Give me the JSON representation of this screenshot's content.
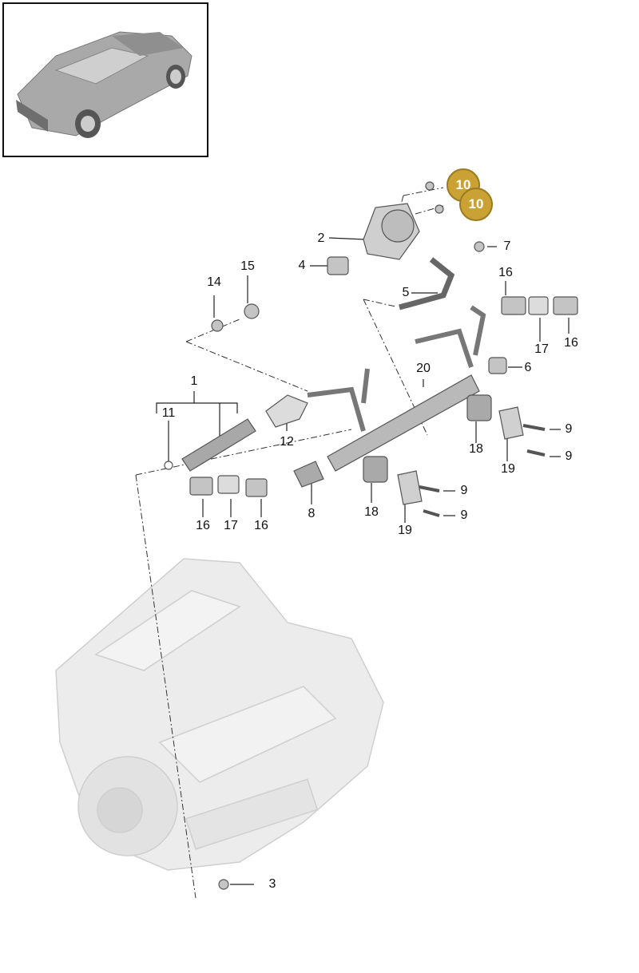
{
  "diagram": {
    "callouts": [
      {
        "id": "c1",
        "label": "1"
      },
      {
        "id": "c2",
        "label": "2"
      },
      {
        "id": "c3",
        "label": "3"
      },
      {
        "id": "c4",
        "label": "4"
      },
      {
        "id": "c5",
        "label": "5"
      },
      {
        "id": "c6",
        "label": "6"
      },
      {
        "id": "c7",
        "label": "7"
      },
      {
        "id": "c8",
        "label": "8"
      },
      {
        "id": "c9a",
        "label": "9"
      },
      {
        "id": "c9b",
        "label": "9"
      },
      {
        "id": "c9c",
        "label": "9"
      },
      {
        "id": "c9d",
        "label": "9"
      },
      {
        "id": "c11",
        "label": "11"
      },
      {
        "id": "c12",
        "label": "12"
      },
      {
        "id": "c14",
        "label": "14"
      },
      {
        "id": "c15",
        "label": "15"
      },
      {
        "id": "c16a",
        "label": "16"
      },
      {
        "id": "c16b",
        "label": "16"
      },
      {
        "id": "c16c",
        "label": "16"
      },
      {
        "id": "c16d",
        "label": "16"
      },
      {
        "id": "c17a",
        "label": "17"
      },
      {
        "id": "c17b",
        "label": "17"
      },
      {
        "id": "c18a",
        "label": "18"
      },
      {
        "id": "c18b",
        "label": "18"
      },
      {
        "id": "c19a",
        "label": "19"
      },
      {
        "id": "c19b",
        "label": "19"
      },
      {
        "id": "c20",
        "label": "20"
      }
    ],
    "badges": [
      {
        "id": "b10a",
        "label": "10"
      },
      {
        "id": "b10b",
        "label": "10"
      }
    ],
    "colors": {
      "badge": "#c9a233",
      "line": "#222222",
      "part": "#bfbfbf",
      "engine": "#e6e6e6"
    }
  }
}
